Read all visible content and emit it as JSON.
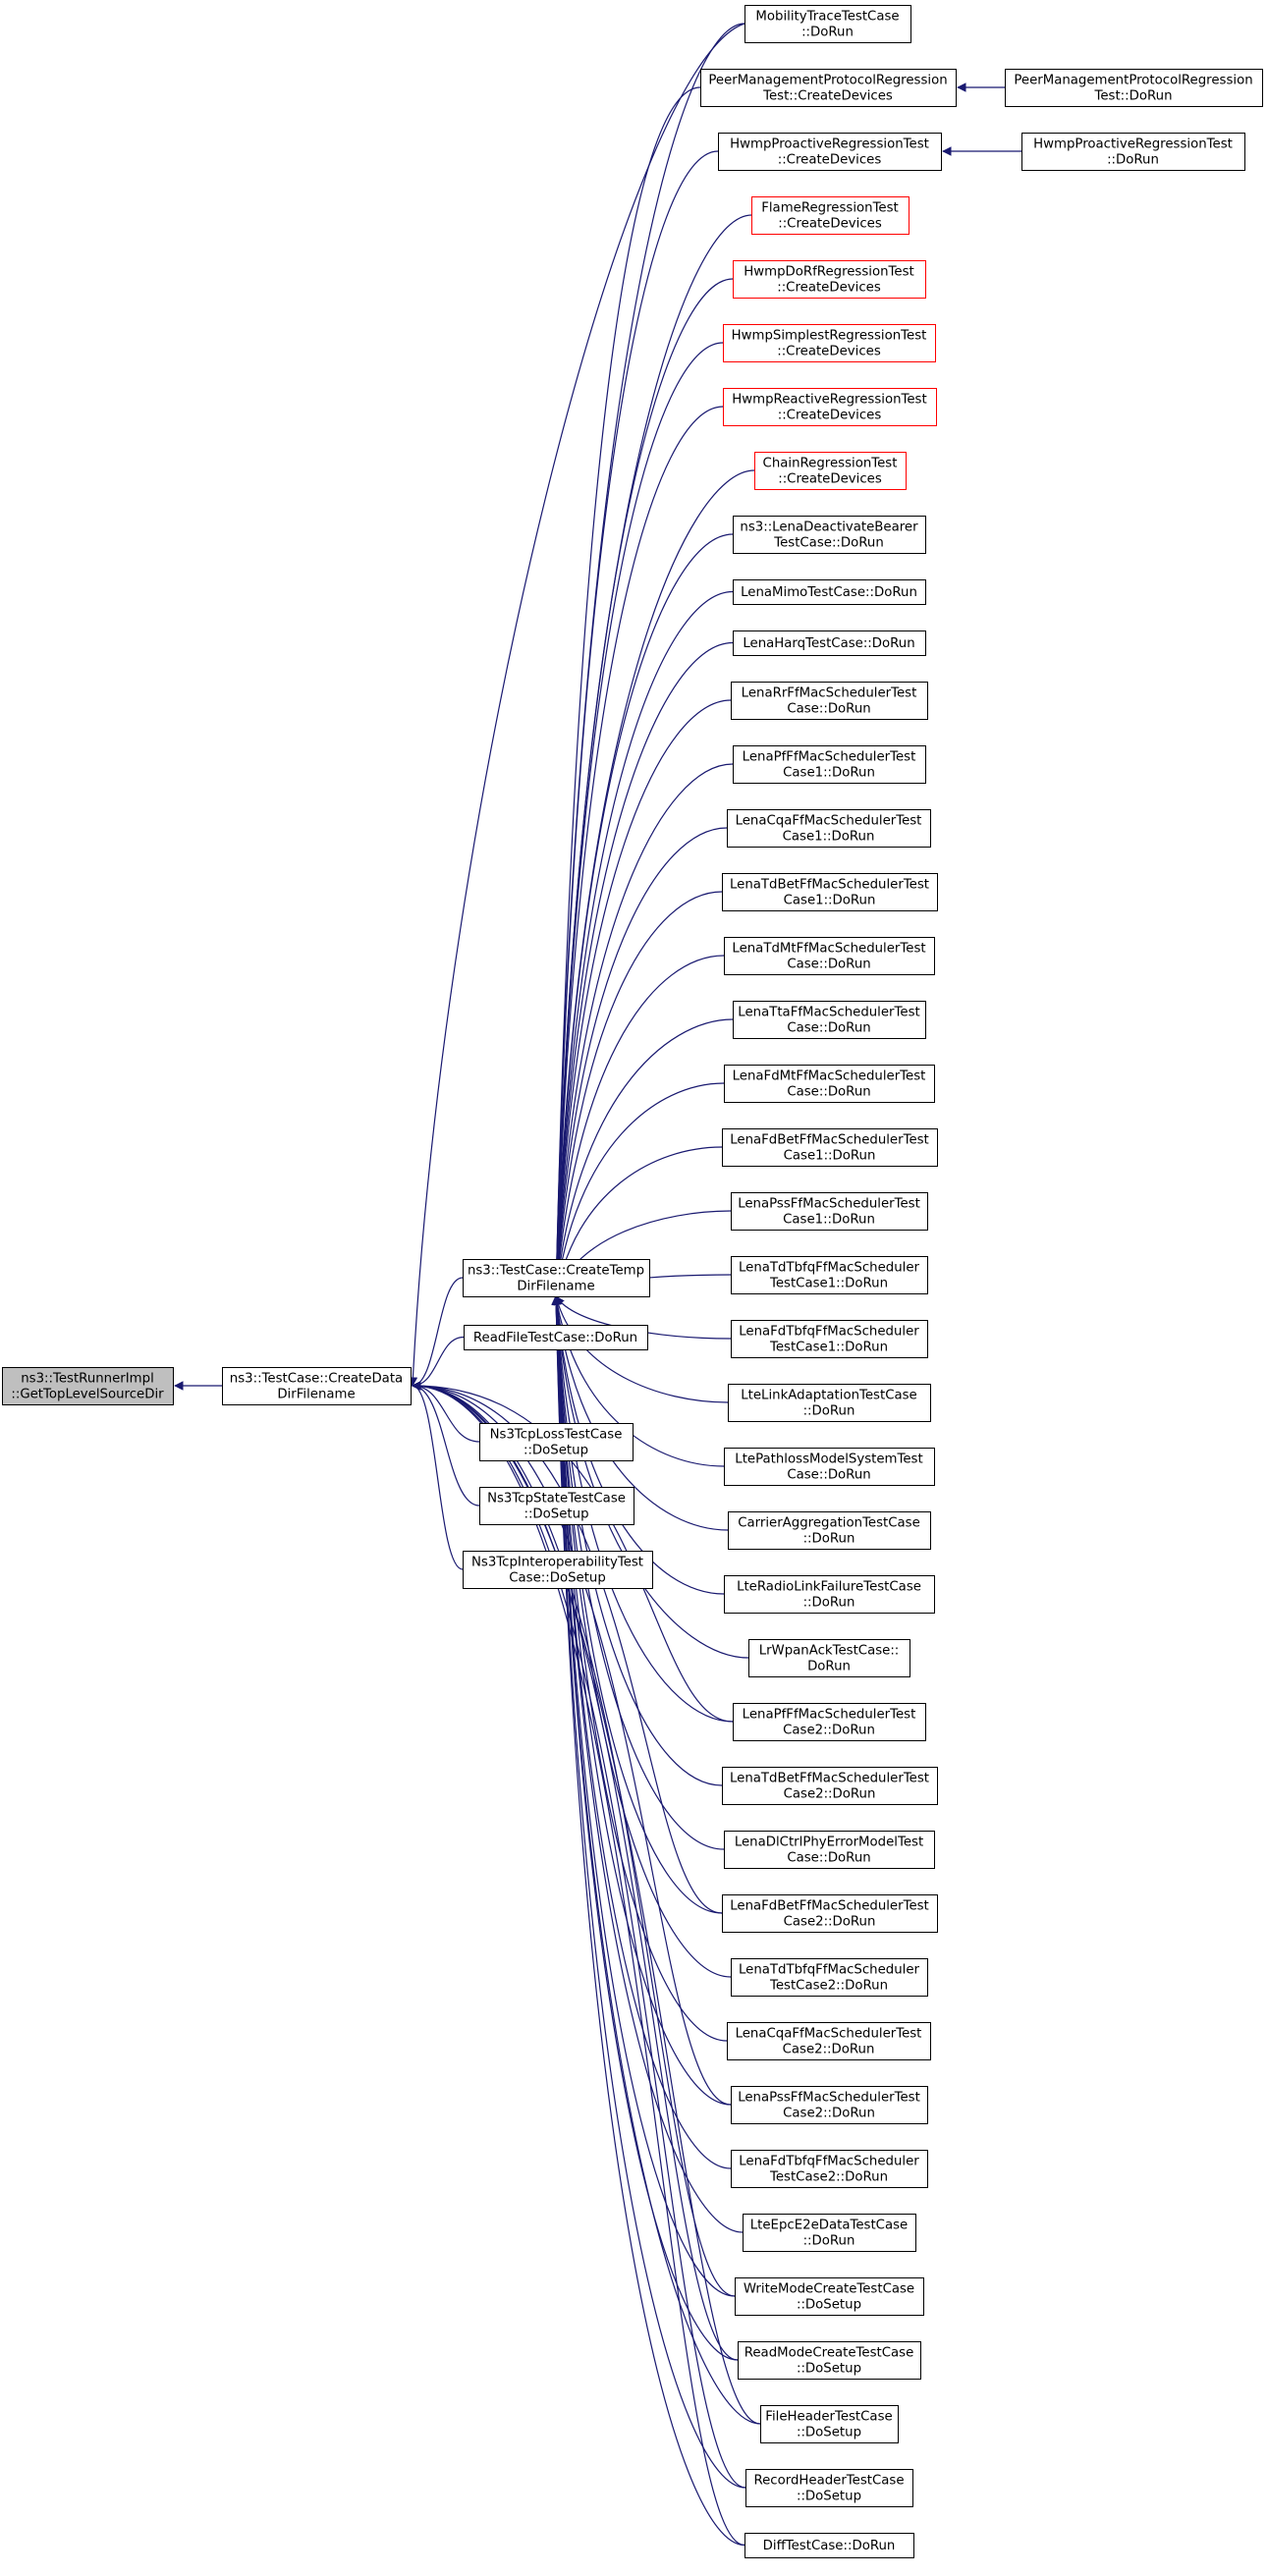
{
  "graph": {
    "colors": {
      "edge": "#191970",
      "box_border": "#000000",
      "box_border_unresolved": "#ff0000",
      "box_fill": "#ffffff",
      "focus_fill": "#bfbfbf",
      "text": "#000000"
    },
    "nodes": [
      {
        "id": "root",
        "lines": [
          "ns3::TestRunnerImpl",
          "::GetTopLevelSourceDir"
        ],
        "style": "focus"
      },
      {
        "id": "create_data",
        "lines": [
          "ns3::TestCase::CreateData",
          "DirFilename"
        ],
        "style": "normal"
      },
      {
        "id": "create_temp",
        "lines": [
          "ns3::TestCase::CreateTemp",
          "DirFilename"
        ],
        "style": "normal"
      },
      {
        "id": "readfile",
        "lines": [
          "ReadFileTestCase::DoRun"
        ],
        "style": "normal"
      },
      {
        "id": "tcploss",
        "lines": [
          "Ns3TcpLossTestCase",
          "::DoSetup"
        ],
        "style": "normal"
      },
      {
        "id": "tcpstate",
        "lines": [
          "Ns3TcpStateTestCase",
          "::DoSetup"
        ],
        "style": "normal"
      },
      {
        "id": "tcpinterop",
        "lines": [
          "Ns3TcpInteroperabilityTest",
          "Case::DoSetup"
        ],
        "style": "normal"
      },
      {
        "id": "mobility",
        "lines": [
          "MobilityTraceTestCase",
          "::DoRun"
        ],
        "style": "normal"
      },
      {
        "id": "peer_cd",
        "lines": [
          "PeerManagementProtocolRegression",
          "Test::CreateDevices"
        ],
        "style": "normal"
      },
      {
        "id": "peer_run",
        "lines": [
          "PeerManagementProtocolRegression",
          "Test::DoRun"
        ],
        "style": "normal"
      },
      {
        "id": "hwmpproactive_cd",
        "lines": [
          "HwmpProactiveRegressionTest",
          "::CreateDevices"
        ],
        "style": "normal"
      },
      {
        "id": "hwmpproactive_run",
        "lines": [
          "HwmpProactiveRegressionTest",
          "::DoRun"
        ],
        "style": "normal"
      },
      {
        "id": "flame",
        "lines": [
          "FlameRegressionTest",
          "::CreateDevices"
        ],
        "style": "unresolved"
      },
      {
        "id": "hwmpdorf",
        "lines": [
          "HwmpDoRfRegressionTest",
          "::CreateDevices"
        ],
        "style": "unresolved"
      },
      {
        "id": "hwmpsimplest",
        "lines": [
          "HwmpSimplestRegressionTest",
          "::CreateDevices"
        ],
        "style": "unresolved"
      },
      {
        "id": "hwmpreactive",
        "lines": [
          "HwmpReactiveRegressionTest",
          "::CreateDevices"
        ],
        "style": "unresolved"
      },
      {
        "id": "chain",
        "lines": [
          "ChainRegressionTest",
          "::CreateDevices"
        ],
        "style": "unresolved"
      },
      {
        "id": "lenadeact",
        "lines": [
          "ns3::LenaDeactivateBearer",
          "TestCase::DoRun"
        ],
        "style": "normal"
      },
      {
        "id": "lenamimo",
        "lines": [
          "LenaMimoTestCase::DoRun"
        ],
        "style": "normal"
      },
      {
        "id": "lenaharq",
        "lines": [
          "LenaHarqTestCase::DoRun"
        ],
        "style": "normal"
      },
      {
        "id": "lenarr",
        "lines": [
          "LenaRrFfMacSchedulerTest",
          "Case::DoRun"
        ],
        "style": "normal"
      },
      {
        "id": "lenapf1",
        "lines": [
          "LenaPfFfMacSchedulerTest",
          "Case1::DoRun"
        ],
        "style": "normal"
      },
      {
        "id": "lenacqa1",
        "lines": [
          "LenaCqaFfMacSchedulerTest",
          "Case1::DoRun"
        ],
        "style": "normal"
      },
      {
        "id": "lenatdbet1",
        "lines": [
          "LenaTdBetFfMacSchedulerTest",
          "Case1::DoRun"
        ],
        "style": "normal"
      },
      {
        "id": "lenatdmt",
        "lines": [
          "LenaTdMtFfMacSchedulerTest",
          "Case::DoRun"
        ],
        "style": "normal"
      },
      {
        "id": "lenatta",
        "lines": [
          "LenaTtaFfMacSchedulerTest",
          "Case::DoRun"
        ],
        "style": "normal"
      },
      {
        "id": "lenafdmt",
        "lines": [
          "LenaFdMtFfMacSchedulerTest",
          "Case::DoRun"
        ],
        "style": "normal"
      },
      {
        "id": "lenafdbet1",
        "lines": [
          "LenaFdBetFfMacSchedulerTest",
          "Case1::DoRun"
        ],
        "style": "normal"
      },
      {
        "id": "lenapss1",
        "lines": [
          "LenaPssFfMacSchedulerTest",
          "Case1::DoRun"
        ],
        "style": "normal"
      },
      {
        "id": "lenatdtbfq1",
        "lines": [
          "LenaTdTbfqFfMacScheduler",
          "TestCase1::DoRun"
        ],
        "style": "normal"
      },
      {
        "id": "lenafdtbfq1",
        "lines": [
          "LenaFdTbfqFfMacScheduler",
          "TestCase1::DoRun"
        ],
        "style": "normal"
      },
      {
        "id": "ltelinkadapt",
        "lines": [
          "LteLinkAdaptationTestCase",
          "::DoRun"
        ],
        "style": "normal"
      },
      {
        "id": "ltepathloss",
        "lines": [
          "LtePathlossModelSystemTest",
          "Case::DoRun"
        ],
        "style": "normal"
      },
      {
        "id": "carrieragg",
        "lines": [
          "CarrierAggregationTestCase",
          "::DoRun"
        ],
        "style": "normal"
      },
      {
        "id": "lteradiolink",
        "lines": [
          "LteRadioLinkFailureTestCase",
          "::DoRun"
        ],
        "style": "normal"
      },
      {
        "id": "lrwpanack",
        "lines": [
          "LrWpanAckTestCase::",
          "DoRun"
        ],
        "style": "normal"
      },
      {
        "id": "lenapf2",
        "lines": [
          "LenaPfFfMacSchedulerTest",
          "Case2::DoRun"
        ],
        "style": "normal"
      },
      {
        "id": "lenatdbet2",
        "lines": [
          "LenaTdBetFfMacSchedulerTest",
          "Case2::DoRun"
        ],
        "style": "normal"
      },
      {
        "id": "lenadlctrl",
        "lines": [
          "LenaDlCtrlPhyErrorModelTest",
          "Case::DoRun"
        ],
        "style": "normal"
      },
      {
        "id": "lenafdbet2",
        "lines": [
          "LenaFdBetFfMacSchedulerTest",
          "Case2::DoRun"
        ],
        "style": "normal"
      },
      {
        "id": "lenatdtbfq2",
        "lines": [
          "LenaTdTbfqFfMacScheduler",
          "TestCase2::DoRun"
        ],
        "style": "normal"
      },
      {
        "id": "lenacqa2",
        "lines": [
          "LenaCqaFfMacSchedulerTest",
          "Case2::DoRun"
        ],
        "style": "normal"
      },
      {
        "id": "lenapss2",
        "lines": [
          "LenaPssFfMacSchedulerTest",
          "Case2::DoRun"
        ],
        "style": "normal"
      },
      {
        "id": "lenafdtbfq2",
        "lines": [
          "LenaFdTbfqFfMacScheduler",
          "TestCase2::DoRun"
        ],
        "style": "normal"
      },
      {
        "id": "lteepce2e",
        "lines": [
          "LteEpcE2eDataTestCase",
          "::DoRun"
        ],
        "style": "normal"
      },
      {
        "id": "writemode",
        "lines": [
          "WriteModeCreateTestCase",
          "::DoSetup"
        ],
        "style": "normal"
      },
      {
        "id": "readmode",
        "lines": [
          "ReadModeCreateTestCase",
          "::DoSetup"
        ],
        "style": "normal"
      },
      {
        "id": "fileheader",
        "lines": [
          "FileHeaderTestCase",
          "::DoSetup"
        ],
        "style": "normal"
      },
      {
        "id": "recordheader",
        "lines": [
          "RecordHeaderTestCase",
          "::DoSetup"
        ],
        "style": "normal"
      },
      {
        "id": "difftest",
        "lines": [
          "DiffTestCase::DoRun"
        ],
        "style": "normal"
      }
    ]
  }
}
